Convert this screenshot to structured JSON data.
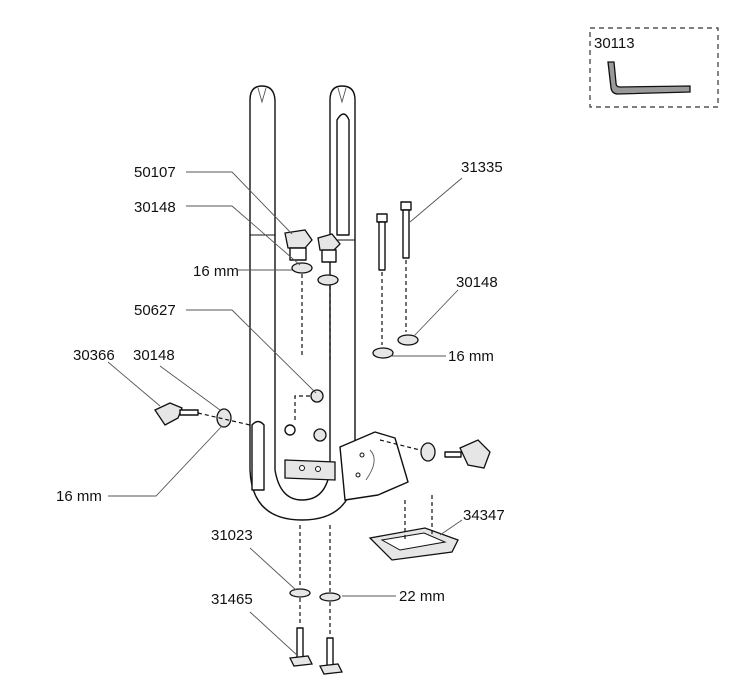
{
  "diagram": {
    "title": "Exploded parts diagram",
    "labels": {
      "hex_key": "30113",
      "knob_top": "50107",
      "washer_top": "30148",
      "washer_top_size": "16 mm",
      "bolts": "31335",
      "washer_right": "30148",
      "washer_right_size": "16 mm",
      "nut": "50627",
      "knob_left": "30366",
      "washer_left": "30148",
      "washer_left_size": "16 mm",
      "foot_pad": "34347",
      "washer_bottom": "31023",
      "t_bolts": "31465",
      "washer_bottom_size": "22 mm"
    }
  }
}
